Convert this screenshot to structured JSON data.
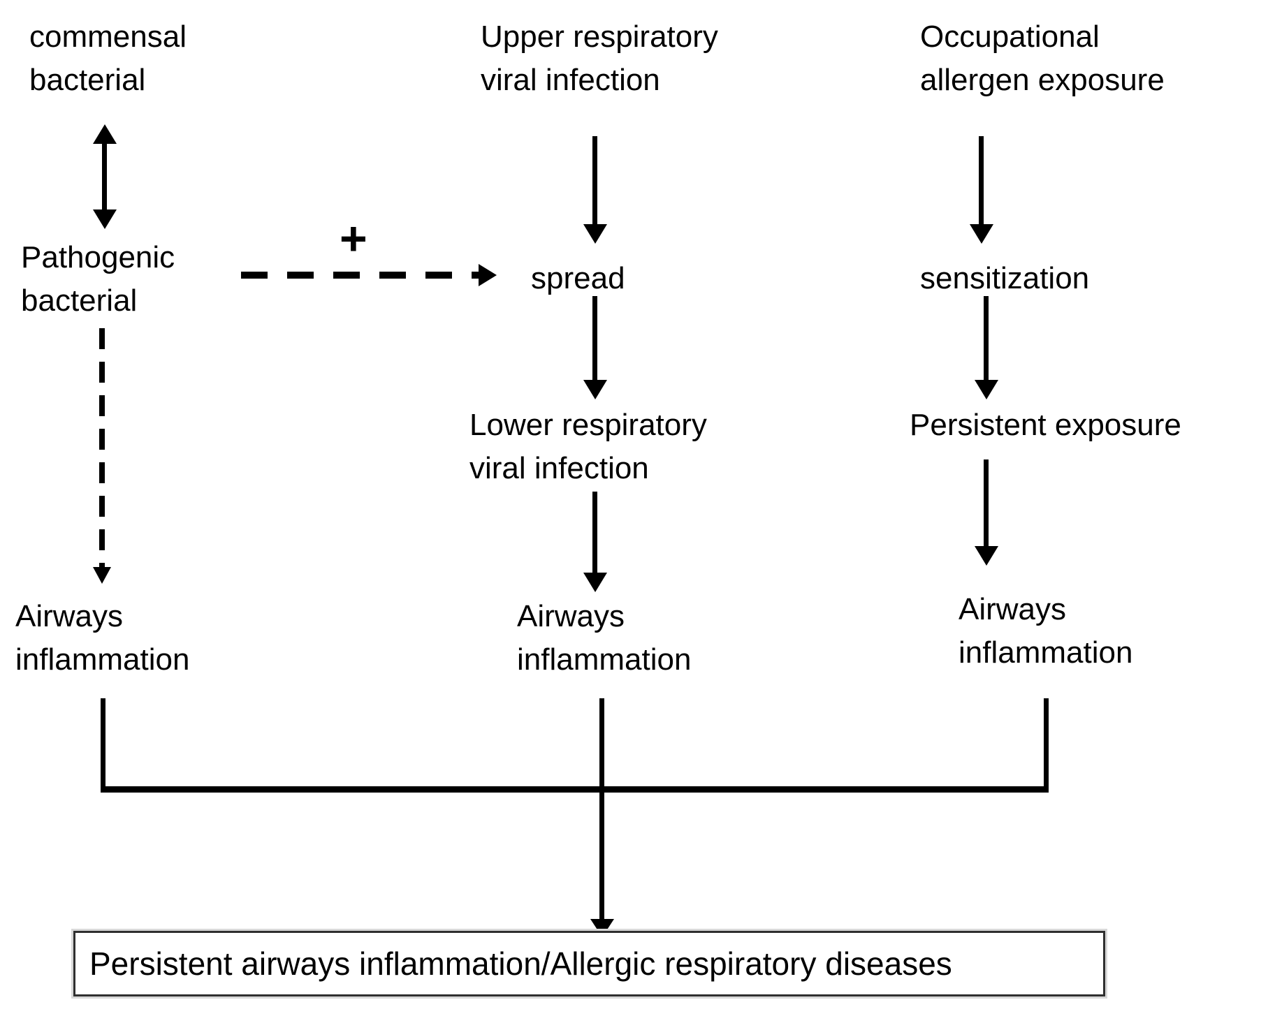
{
  "nodes": {
    "commensal": {
      "line1": "commensal",
      "line2": "bacterial"
    },
    "pathogenic": {
      "line1": "Pathogenic",
      "line2": "bacterial"
    },
    "airways_left": {
      "line1": "Airways",
      "line2": "inflammation"
    },
    "upper": {
      "line1": "Upper respiratory",
      "line2": "viral infection"
    },
    "spread": {
      "line1": "spread"
    },
    "lower": {
      "line1": "Lower respiratory",
      "line2": "viral infection"
    },
    "airways_mid": {
      "line1": "Airways",
      "line2": "inflammation"
    },
    "occupational": {
      "line1": "Occupational",
      "line2": "allergen exposure"
    },
    "sensitization": {
      "line1": "sensitization"
    },
    "persistent": {
      "line1": "Persistent exposure"
    },
    "airways_right": {
      "line1": "Airways",
      "line2": "inflammation"
    },
    "outcome": {
      "line1": "Persistent airways inflammation/Allergic respiratory diseases"
    }
  },
  "annotations": {
    "plus_label": "+"
  },
  "edges": [
    {
      "from": "commensal bacterial",
      "to": "Pathogenic bacterial",
      "style": "solid",
      "direction": "both"
    },
    {
      "from": "Pathogenic bacterial",
      "to": "Airways inflammation (left)",
      "style": "dashed",
      "direction": "down"
    },
    {
      "from": "Pathogenic bacterial",
      "to": "spread",
      "style": "dashed",
      "direction": "right",
      "label": "+"
    },
    {
      "from": "Upper respiratory viral infection",
      "to": "spread",
      "style": "solid",
      "direction": "down"
    },
    {
      "from": "spread",
      "to": "Lower respiratory viral infection",
      "style": "solid",
      "direction": "down"
    },
    {
      "from": "Lower respiratory viral infection",
      "to": "Airways inflammation (middle)",
      "style": "solid",
      "direction": "down"
    },
    {
      "from": "Occupational allergen exposure",
      "to": "sensitization",
      "style": "solid",
      "direction": "down"
    },
    {
      "from": "sensitization",
      "to": "Persistent exposure",
      "style": "solid",
      "direction": "down"
    },
    {
      "from": "Persistent exposure",
      "to": "Airways inflammation (right)",
      "style": "solid",
      "direction": "down"
    },
    {
      "from": "Airways inflammation (left, middle, right)",
      "to": "Persistent airways inflammation/Allergic respiratory diseases",
      "style": "solid",
      "direction": "down-merge"
    }
  ],
  "colors": {
    "ink": "#000000",
    "background": "#ffffff",
    "box_border": "#333333"
  }
}
